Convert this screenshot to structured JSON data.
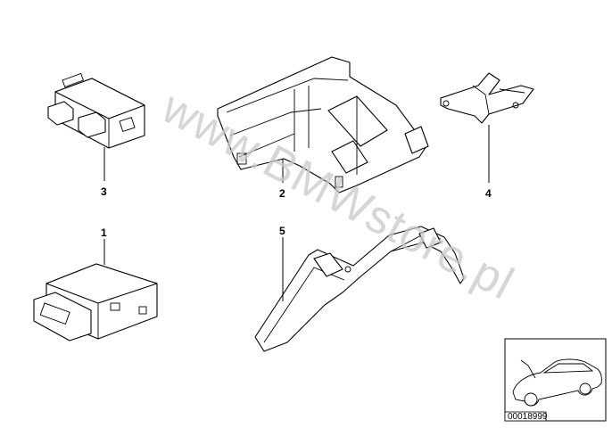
{
  "watermark": "www.BMWstore.pl",
  "callouts": {
    "p1": "1",
    "p2": "2",
    "p3": "3",
    "p4": "4",
    "p5": "5"
  },
  "thumbnail": {
    "reference": "00018999"
  }
}
